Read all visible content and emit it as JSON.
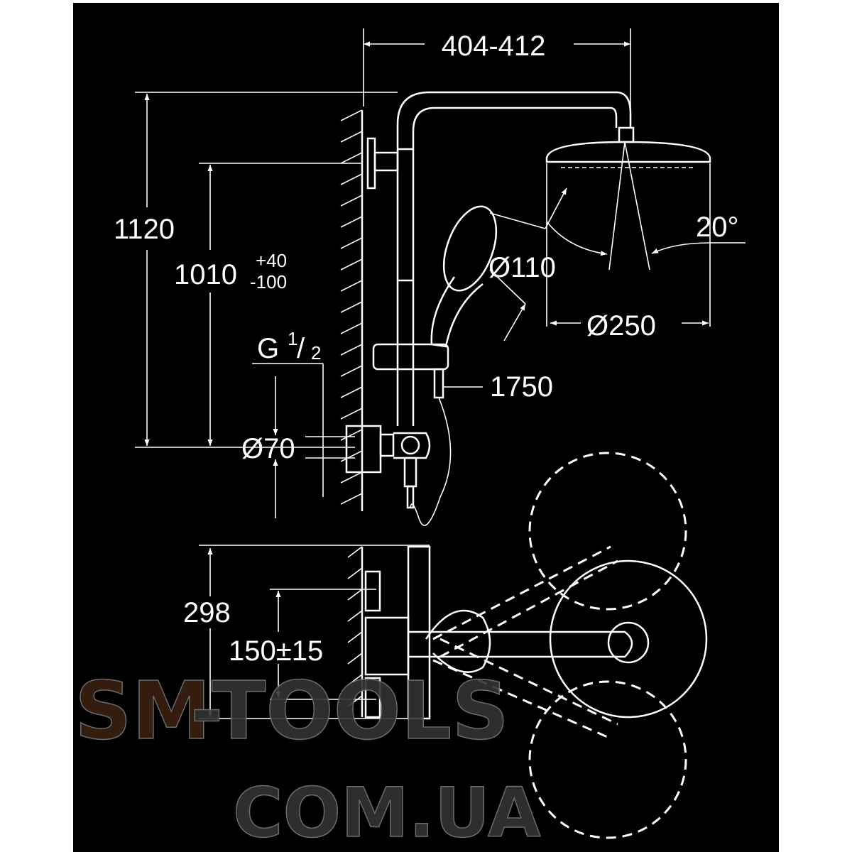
{
  "drawing": {
    "width_range": "404-412",
    "total_height": "1120",
    "rail_height": "1010",
    "rail_tolerance_plus": "+40",
    "rail_tolerance_minus": "-100",
    "thread_g": "G",
    "thread_num": "1",
    "thread_den": "2",
    "flange_diameter": "Ø70",
    "hand_shower_diameter": "Ø110",
    "head_shower_diameter": "Ø250",
    "spray_angle": "20°",
    "hose_length": "1750",
    "mixer_height": "298",
    "connection_spacing": "150±15"
  },
  "watermark": {
    "part1": "SM",
    "part2": "-TOOLS",
    "line2": "COM.UA"
  },
  "colors": {
    "background": "#000000",
    "lines": "#ffffff",
    "watermark_brown": "#3a2010",
    "watermark_gray": "#333333"
  }
}
